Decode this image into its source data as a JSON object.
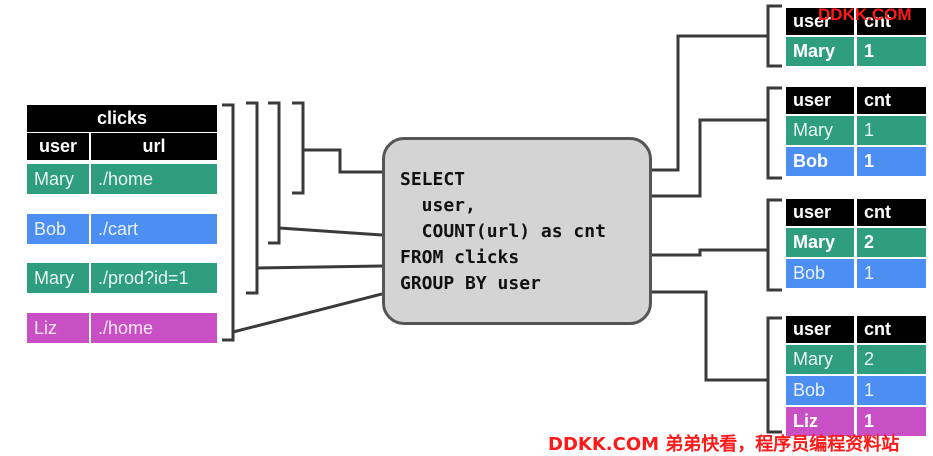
{
  "input_table": {
    "title": "clicks",
    "columns": [
      "user",
      "url"
    ],
    "rows": [
      {
        "user": "Mary",
        "url": "./home",
        "color": "#2e9e7e"
      },
      {
        "user": "Bob",
        "url": "./cart",
        "color": "#4d8ef2"
      },
      {
        "user": "Mary",
        "url": "./prod?id=1",
        "color": "#2e9e7e"
      },
      {
        "user": "Liz",
        "url": "./home",
        "color": "#c94fc4"
      }
    ]
  },
  "query": {
    "line1": "SELECT",
    "line2": "  user,",
    "line3": "  COUNT(url) as cnt",
    "line4": "FROM clicks",
    "line5": "GROUP BY user"
  },
  "result_tables": [
    {
      "columns": [
        "user",
        "cnt"
      ],
      "rows": [
        {
          "user": "Mary",
          "cnt": "1",
          "color": "#2e9e7e",
          "updated": true
        }
      ]
    },
    {
      "columns": [
        "user",
        "cnt"
      ],
      "rows": [
        {
          "user": "Mary",
          "cnt": "1",
          "color": "#2e9e7e",
          "updated": false
        },
        {
          "user": "Bob",
          "cnt": "1",
          "color": "#4d8ef2",
          "updated": true
        }
      ]
    },
    {
      "columns": [
        "user",
        "cnt"
      ],
      "rows": [
        {
          "user": "Mary",
          "cnt": "2",
          "color": "#2e9e7e",
          "updated": true
        },
        {
          "user": "Bob",
          "cnt": "1",
          "color": "#4d8ef2",
          "updated": false
        }
      ]
    },
    {
      "columns": [
        "user",
        "cnt"
      ],
      "rows": [
        {
          "user": "Mary",
          "cnt": "2",
          "color": "#2e9e7e",
          "updated": false
        },
        {
          "user": "Bob",
          "cnt": "1",
          "color": "#4d8ef2",
          "updated": false
        },
        {
          "user": "Liz",
          "cnt": "1",
          "color": "#c94fc4",
          "updated": true
        }
      ]
    }
  ],
  "watermark": {
    "top": "DDKK.COM",
    "bottom": "DDKK.COM 弟弟快看，程序员编程资料站"
  }
}
